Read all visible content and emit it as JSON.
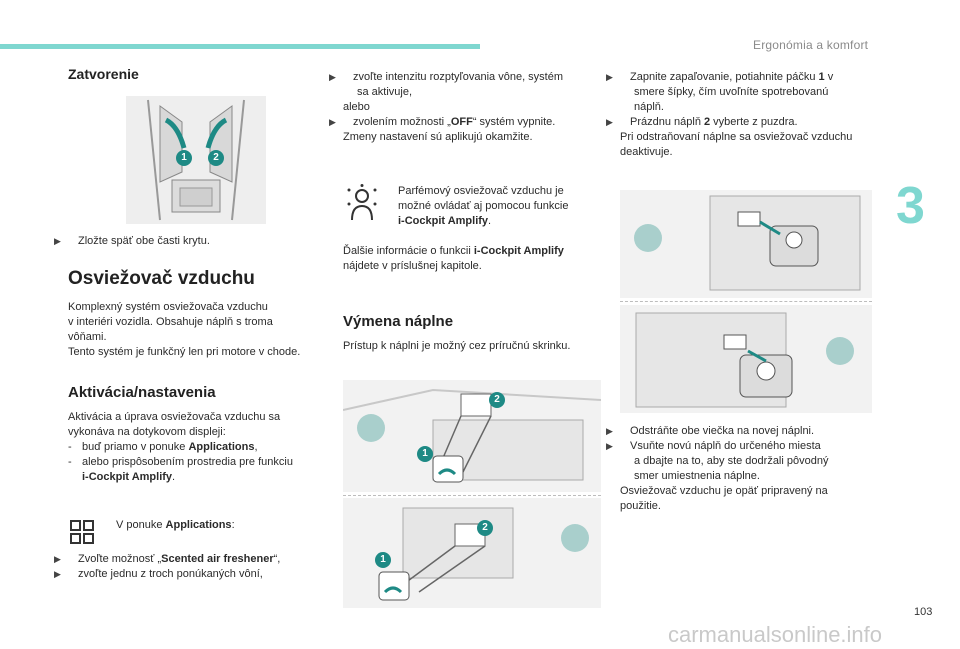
{
  "header": {
    "section_title": "Ergonómia a komfort",
    "chapter_number": "3",
    "page_number": "103",
    "watermark": "carmanualsonline.info"
  },
  "col1": {
    "zatvorenie_title": "Zatvorenie",
    "zatvorenie_step": "Zložte späť obe časti krytu.",
    "markers": [
      "1",
      "2"
    ],
    "osviezovac_title": "Osviežovač vzduchu",
    "osviezovac_p1_l1": "Komplexný systém osviežovača vzduchu",
    "osviezovac_p1_l2": "v interiéri vozidla. Obsahuje náplň s troma",
    "osviezovac_p1_l3": "vôňami.",
    "osviezovac_p1_l4": "Tento systém je funkčný len pri motore v chode.",
    "aktivacia_title": "Aktivácia/nastavenia",
    "aktivacia_l1": "Aktivácia a úprava osviežovača vzduchu sa",
    "aktivacia_l2": "vykonáva na dotykovom displeji:",
    "aktivacia_opt1_pre": "buď priamo v ponuke ",
    "aktivacia_opt1_bold": "Applications",
    "aktivacia_opt1_post": ",",
    "aktivacia_opt2_l1": "alebo prispôsobením prostredia pre funkciu",
    "aktivacia_opt2_bold": "i-Cockpit Amplify",
    "aktivacia_opt2_post": ".",
    "dash": "-",
    "menu_pre": "V ponuke ",
    "menu_bold": "Applications",
    "menu_post": ":",
    "step1_pre": "Zvoľte možnosť „",
    "step1_bold": "Scented air freshener",
    "step1_post": "“,",
    "step2": "zvoľte jednu z troch ponúkaných vôní,"
  },
  "col2": {
    "c2_step1_l1": "zvoľte intenzitu rozptyľovania vône, systém",
    "c2_step1_l2": "sa aktivuje,",
    "alebo": "alebo",
    "c2_step2_pre": "zvolením možnosti „",
    "c2_step2_bold": "OFF",
    "c2_step2_post": "“ systém vypnite.",
    "zmeny": "Zmeny nastavení sú aplikujú okamžite.",
    "note_l1": "Parfémový osviežovač vzduchu je",
    "note_l2": "možné ovládať aj pomocou funkcie",
    "note_bold": "i-Cockpit Amplify",
    "note_post": ".",
    "dalsie_pre": "Ďalšie informácie o funkcii ",
    "dalsie_bold": "i-Cockpit Amplify",
    "dalsie_l2": "nájdete v príslušnej kapitole.",
    "vymena_title": "Výmena náplne",
    "vymena_p": "Prístup k náplni je možný cez príručnú skrinku.",
    "markers": [
      "1",
      "2",
      "1",
      "2"
    ]
  },
  "col3": {
    "s1_pre": "Zapnite zapaľovanie, potiahnite páčku ",
    "s1_bold": "1",
    "s1_post": " v",
    "s1_l2": "smere šípky, čím uvoľníte spotrebovanú",
    "s1_l3": "náplň.",
    "s2_pre": "Prázdnu náplň ",
    "s2_bold": "2",
    "s2_post": " vyberte z puzdra.",
    "p_l1": "Pri odstraňovaní náplne sa osviežovač vzduchu",
    "p_l2": "deaktivuje.",
    "s3": "Odstráňte obe viečka na novej náplni.",
    "s4_l1": "Vsuňte novú náplň do určeného miesta",
    "s4_l2": "a dbajte na to, aby ste dodržali pôvodný",
    "s4_l3": "smer umiestnenia náplne.",
    "end_l1": "Osviežovač vzduchu je opäť pripravený na",
    "end_l2": "použitie."
  },
  "colors": {
    "accent": "#7fd7d0",
    "marker": "#1e8a85"
  }
}
